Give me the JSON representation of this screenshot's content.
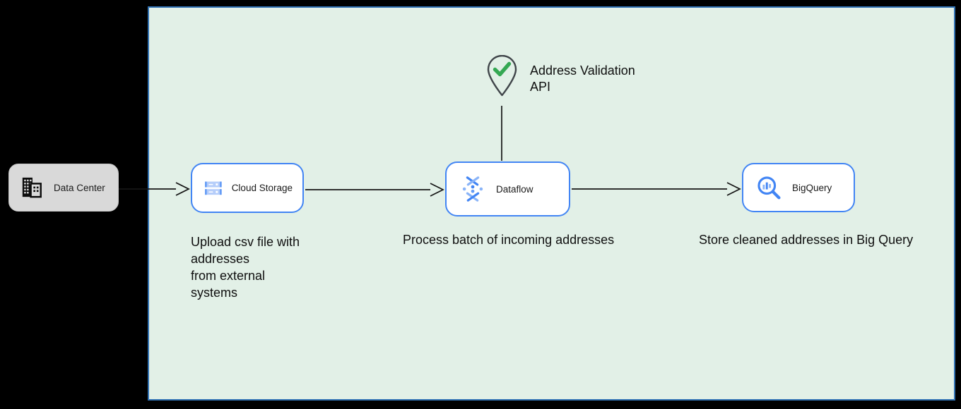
{
  "colors": {
    "canvas_bg": "#000000",
    "cloud_bg": "#e2f0e7",
    "cloud_border": "#3273b5",
    "node_border": "#4285f4",
    "node_bg": "#ffffff",
    "datacenter_bg": "#d9d9d9",
    "arrow": "#161616",
    "check_green": "#34a853",
    "pin_stroke": "#40454a",
    "text": "#0f0f0f"
  },
  "nodes": {
    "data_center": {
      "label": "Data Center"
    },
    "cloud_storage": {
      "label": "Cloud Storage"
    },
    "dataflow": {
      "label": "Dataflow"
    },
    "bigquery": {
      "label": "BigQuery"
    },
    "address_validation": {
      "label": "Address Validation\nAPI"
    }
  },
  "captions": {
    "cloud_storage": "Upload csv file with\naddresses\nfrom external\nsystems",
    "dataflow": "Process batch of incoming addresses",
    "bigquery": "Store cleaned addresses in Big Query"
  },
  "icons": {
    "data_center": "building-icon",
    "cloud_storage": "cloud-storage-icon",
    "dataflow": "dataflow-icon",
    "bigquery": "bigquery-icon",
    "address_validation": "map-pin-check-icon"
  }
}
